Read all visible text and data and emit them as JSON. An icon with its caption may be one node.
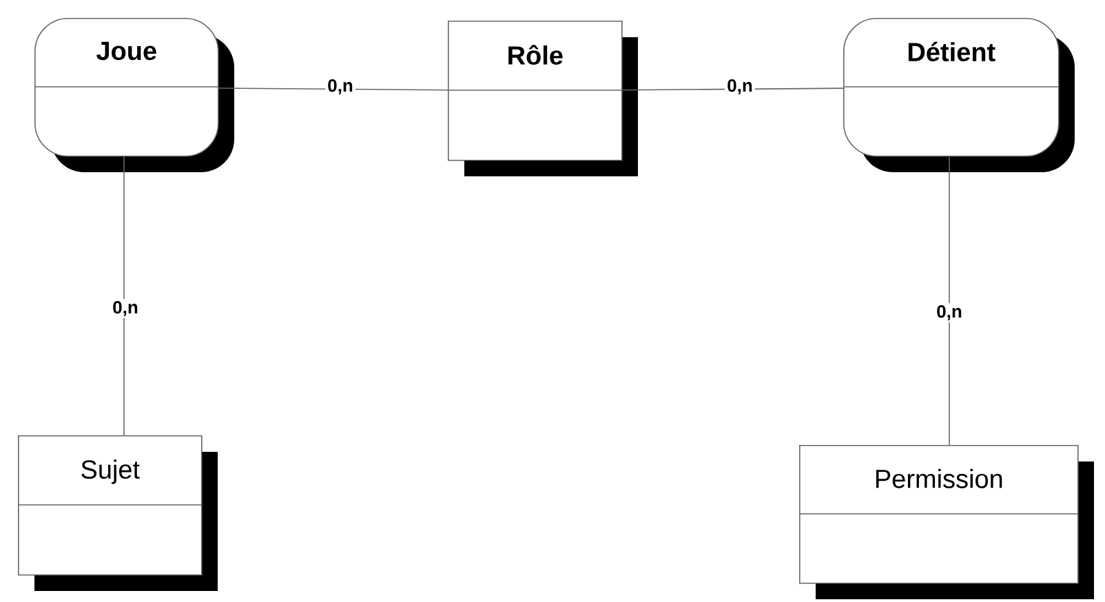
{
  "diagram": {
    "nodes": [
      {
        "text": [
          "Joue"
        ]
      },
      {
        "text": [
          "Rôle"
        ]
      },
      {
        "text": [
          "Détient"
        ]
      },
      {
        "text": [
          "Sujet"
        ]
      },
      {
        "text": [
          "Permission"
        ]
      }
    ],
    "edges": [
      {
        "from": 0,
        "to": 1,
        "arrow": "none",
        "label": "0,n"
      },
      {
        "from": 1,
        "to": 2,
        "arrow": "none",
        "label": "0,n"
      },
      {
        "from": 0,
        "to": 3,
        "arrow": "none",
        "label": "0,n"
      },
      {
        "from": 2,
        "to": 4,
        "arrow": "none",
        "label": "0,n"
      }
    ]
  }
}
